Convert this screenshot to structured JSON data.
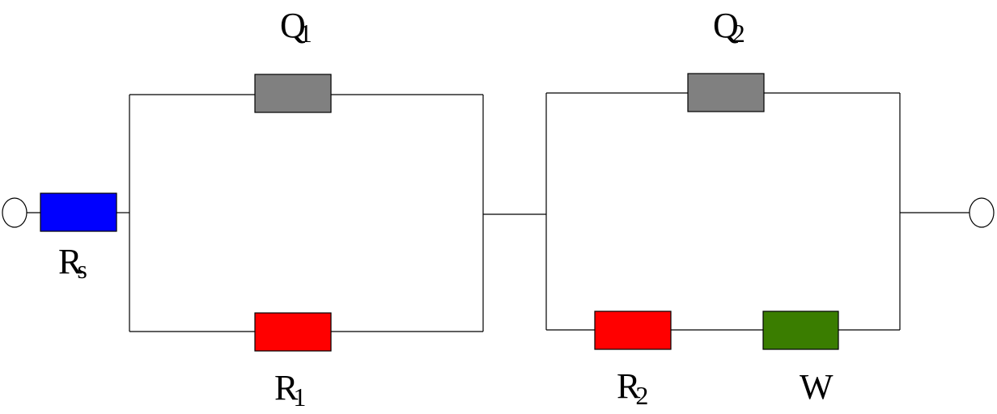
{
  "colors": {
    "rs": "#0000ff",
    "q": "#808080",
    "r": "#ff0000",
    "w": "#3a7d00",
    "wire": "#000000"
  },
  "components": {
    "rs": {
      "main": "R",
      "sub": "s"
    },
    "q1": {
      "main": "Q",
      "sub": "1"
    },
    "r1": {
      "main": "R",
      "sub": "1"
    },
    "q2": {
      "main": "Q",
      "sub": "2"
    },
    "r2": {
      "main": "R",
      "sub": "2"
    },
    "w": {
      "main": "W",
      "sub": ""
    }
  }
}
